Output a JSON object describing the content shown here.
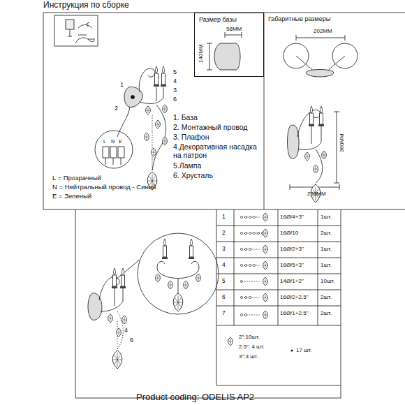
{
  "diagram": {
    "title": "Инструкция по сборке",
    "caption": "Product coding: ODELIS AP2",
    "nodes": [
      {
        "text": [
          "Размер базы"
        ]
      },
      {
        "text": [
          "Габаритные размеры"
        ]
      }
    ],
    "labels": [
      "58ММ",
      "140ММ",
      "202ММ",
      "360ММ",
      "230ММ",
      "1",
      "2",
      "5",
      "4",
      "3",
      "6",
      "1. База",
      "2. Монтажный провод",
      "3. Плафон",
      "4.Декоративная насадка на патрон",
      "5.Лампа",
      "6. Хрусталь",
      "L",
      "N",
      "E",
      "L = Прозрачный",
      "N = Нейтральный провод - Синий",
      "E = Зеленый",
      "1",
      "16Ø/4+3\"",
      "1шт.",
      "2",
      "16Ø/10",
      "2шт.",
      "3",
      "16Ø/2+3\"",
      "1шт.",
      "4",
      "16Ø/5+3\"",
      "1шт.",
      "5",
      "14Ø/1+2\"",
      "10шт.",
      "6",
      "16Ø/2+2.5\"",
      "2шт.",
      "7",
      "16Ø/1+2.5\"",
      "2шт.",
      "2\":10шт.",
      "2.5\": 4 шт.",
      "3\":3 шт.",
      "17 шт.",
      "4",
      "6"
    ]
  }
}
